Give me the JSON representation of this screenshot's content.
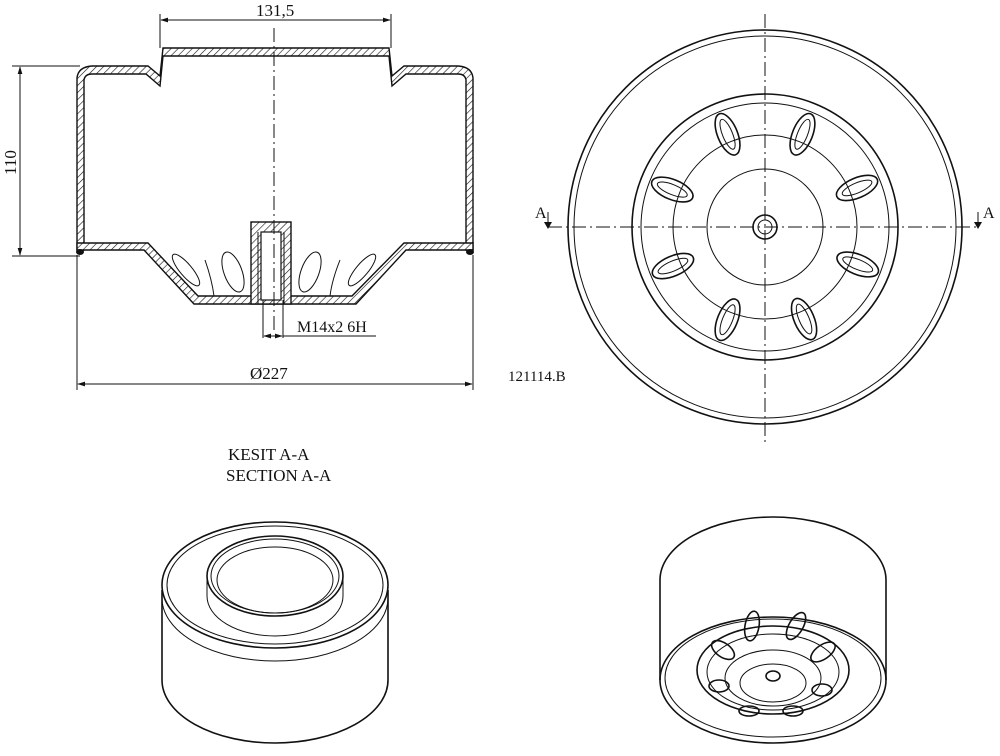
{
  "drawing": {
    "dim_width": "131,5",
    "dim_height": "110",
    "dim_diameter": "Ø227",
    "thread_label": "M14x2 6H",
    "part_number": "121114.B",
    "section_mark_left": "A",
    "section_mark_right": "A",
    "section_title_tr": "KESIT A-A",
    "section_title_en": "SECTION A-A"
  },
  "colors": {
    "line": "#111111",
    "background": "#ffffff"
  }
}
